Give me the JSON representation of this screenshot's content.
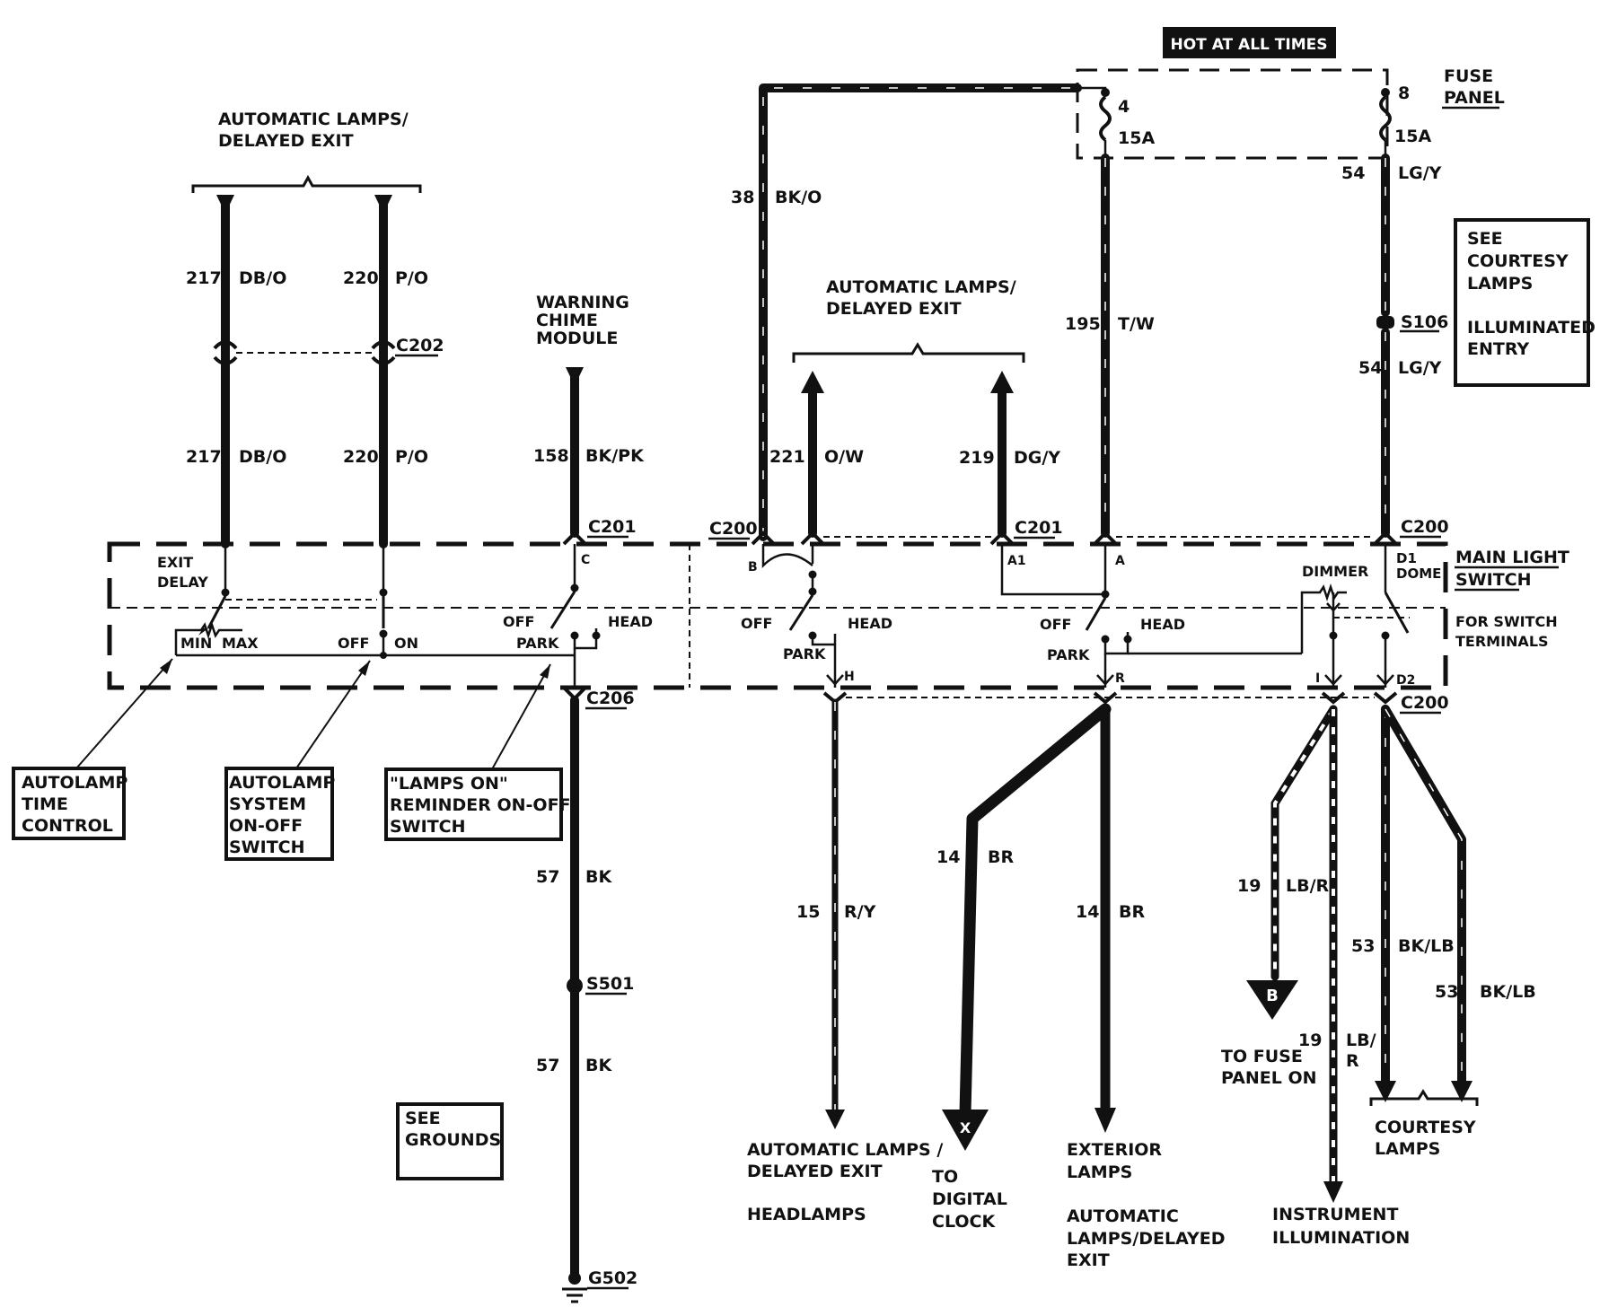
{
  "labels": {
    "hot": "HOT AT ALL TIMES",
    "fuse_panel_1": "FUSE",
    "fuse_panel_2": "PANEL",
    "fuse_4": "4",
    "fuse_4_amp": "15A",
    "fuse_8": "8",
    "fuse_8_amp": "15A",
    "al_left_1": "AUTOMATIC LAMPS/",
    "al_left_2": "DELAYED EXIT",
    "al_mid_1": "AUTOMATIC LAMPS/",
    "al_mid_2": "DELAYED EXIT",
    "wcm_1": "WARNING",
    "wcm_2": "CHIME",
    "wcm_3": "MODULE",
    "see_courtesy_1": "SEE",
    "see_courtesy_2": "COURTESY",
    "see_courtesy_3": "LAMPS",
    "see_courtesy_4": "ILLUMINATED",
    "see_courtesy_5": "ENTRY",
    "main_light_1": "MAIN LIGHT",
    "main_light_2": "SWITCH",
    "for_switch_1": "FOR SWITCH",
    "for_switch_2": "TERMINALS",
    "exit_delay_1": "EXIT",
    "exit_delay_2": "DELAY",
    "min": "MIN",
    "max": "MAX",
    "off_a": "OFF",
    "on_a": "ON",
    "off_b": "OFF",
    "head_b": "HEAD",
    "park_b": "PARK",
    "off_c": "OFF",
    "head_c": "HEAD",
    "park_c": "PARK",
    "off_d": "OFF",
    "head_d": "HEAD",
    "park_d": "PARK",
    "dimmer": "DIMMER",
    "d1": "D1",
    "dome": "DOME",
    "t_c": "C",
    "t_b": "B",
    "t_a1": "A1",
    "t_a": "A",
    "t_h": "H",
    "t_r": "R",
    "t_i": "I",
    "t_d2": "D2",
    "autolamp_time_1": "AUTOLAMP",
    "autolamp_time_2": "TIME",
    "autolamp_time_3": "CONTROL",
    "autolamp_sys_1": "AUTOLAMP",
    "autolamp_sys_2": "SYSTEM",
    "autolamp_sys_3": "ON-OFF",
    "autolamp_sys_4": "SWITCH",
    "lamps_on_1": "\"LAMPS ON\"",
    "lamps_on_2": "REMINDER ON-OFF",
    "lamps_on_3": "SWITCH",
    "see_grounds_1": "SEE",
    "see_grounds_2": "GROUNDS",
    "dest_headlamps_1": "AUTOMATIC LAMPS /",
    "dest_headlamps_2": "DELAYED EXIT",
    "dest_headlamps_3": "HEADLAMPS",
    "dest_clock_1": "TO",
    "dest_clock_2": "DIGITAL",
    "dest_clock_3": "CLOCK",
    "dest_ext_1": "EXTERIOR",
    "dest_ext_2": "LAMPS",
    "dest_ext_3": "AUTOMATIC",
    "dest_ext_4": "LAMPS/DELAYED",
    "dest_ext_5": "EXIT",
    "dest_fuse_1": "TO FUSE",
    "dest_fuse_2": "PANEL ON",
    "dest_instr_1": "INSTRUMENT",
    "dest_instr_2": "ILLUMINATION",
    "dest_courtesy_1": "COURTESY",
    "dest_courtesy_2": "LAMPS",
    "marker_b": "B",
    "marker_x": "X"
  },
  "connectors": {
    "c202": "C202",
    "c201_left": "C201",
    "c200_left": "C200",
    "c201_right": "C201",
    "c200_right": "C200",
    "c206": "C206",
    "c200_bottom": "C200",
    "s106": "S106",
    "s501": "S501",
    "g502": "G502"
  },
  "wires": {
    "w217_top_num": "217",
    "w217_top_color": "DB/O",
    "w220_top_num": "220",
    "w220_top_color": "P/O",
    "w217_bot_num": "217",
    "w217_bot_color": "DB/O",
    "w220_bot_num": "220",
    "w220_bot_color": "P/O",
    "w158_num": "158",
    "w158_color": "BK/PK",
    "w38_num": "38",
    "w38_color": "BK/O",
    "w221_num": "221",
    "w221_color": "O/W",
    "w219_num": "219",
    "w219_color": "DG/Y",
    "w195_num": "195",
    "w195_color": "T/W",
    "w54_top_num": "54",
    "w54_top_color": "LG/Y",
    "w54_bot_num": "54",
    "w54_bot_color": "LG/Y",
    "w57_top_num": "57",
    "w57_top_color": "BK",
    "w57_bot_num": "57",
    "w57_bot_color": "BK",
    "w15_num": "15",
    "w15_color": "R/Y",
    "w14_clock_num": "14",
    "w14_clock_color": "BR",
    "w14_ext_num": "14",
    "w14_ext_color": "BR",
    "w19_fuse_num": "19",
    "w19_fuse_color": "LB/R",
    "w19_instr_num": "19",
    "w19_instr_color_1": "LB/",
    "w19_instr_color_2": "R",
    "w53_a_num": "53",
    "w53_a_color": "BK/LB",
    "w53_b_num": "53",
    "w53_b_color": "BK/LB"
  }
}
